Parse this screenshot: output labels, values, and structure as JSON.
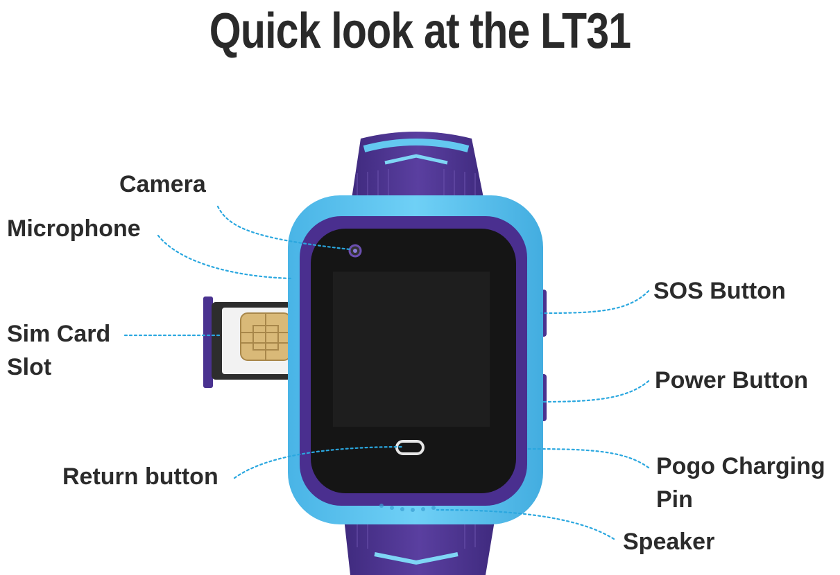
{
  "title": "Quick look at the LT31",
  "device": "smartwatch",
  "colors": {
    "body": "#5bc3ee",
    "bezel": "#4a2f8f",
    "strap": "#4e3690",
    "screen": "#111111",
    "leader": "#2aa7df",
    "text": "#2b2b2b"
  },
  "labels": {
    "camera": "Camera",
    "microphone": "Microphone",
    "sim_line1": "Sim Card",
    "sim_line2": "Slot",
    "return_button": "Return button",
    "sos_button": "SOS Button",
    "power_button": "Power Button",
    "pogo_line1": "Pogo Charging",
    "pogo_line2": "Pin",
    "speaker": "Speaker"
  }
}
